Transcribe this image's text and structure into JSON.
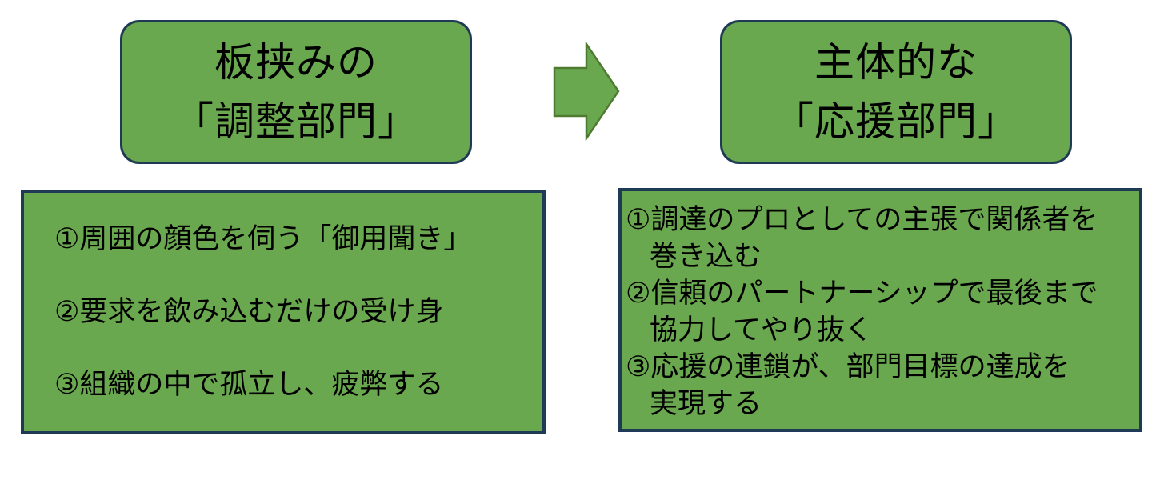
{
  "colors": {
    "background": "#ffffff",
    "shape_fill": "#6aa84f",
    "shape_border": "#1f3a55",
    "arrow_fill": "#6aa84f",
    "arrow_border": "#4f7b31",
    "text": "#000000"
  },
  "headers": {
    "left": {
      "lines": [
        "板挟みの",
        "「調整部門」"
      ]
    },
    "right": {
      "lines": [
        "主体的な",
        "「応援部門」"
      ]
    }
  },
  "lists": {
    "left": {
      "items": [
        "①周囲の顔色を伺う「御用聞き」",
        "②要求を飲み込むだけの受け身",
        "③組織の中で孤立し、疲弊する"
      ]
    },
    "right": {
      "items": [
        {
          "lines": [
            "①調達のプロとしての主張で関係者を",
            "巻き込む"
          ]
        },
        {
          "lines": [
            "②信頼のパートナーシップで最後まで",
            "協力してやり抜く"
          ]
        },
        {
          "lines": [
            "③応援の連鎖が、部門目標の達成を",
            "実現する"
          ]
        }
      ]
    }
  },
  "icons": {
    "arrow": "right-arrow"
  }
}
